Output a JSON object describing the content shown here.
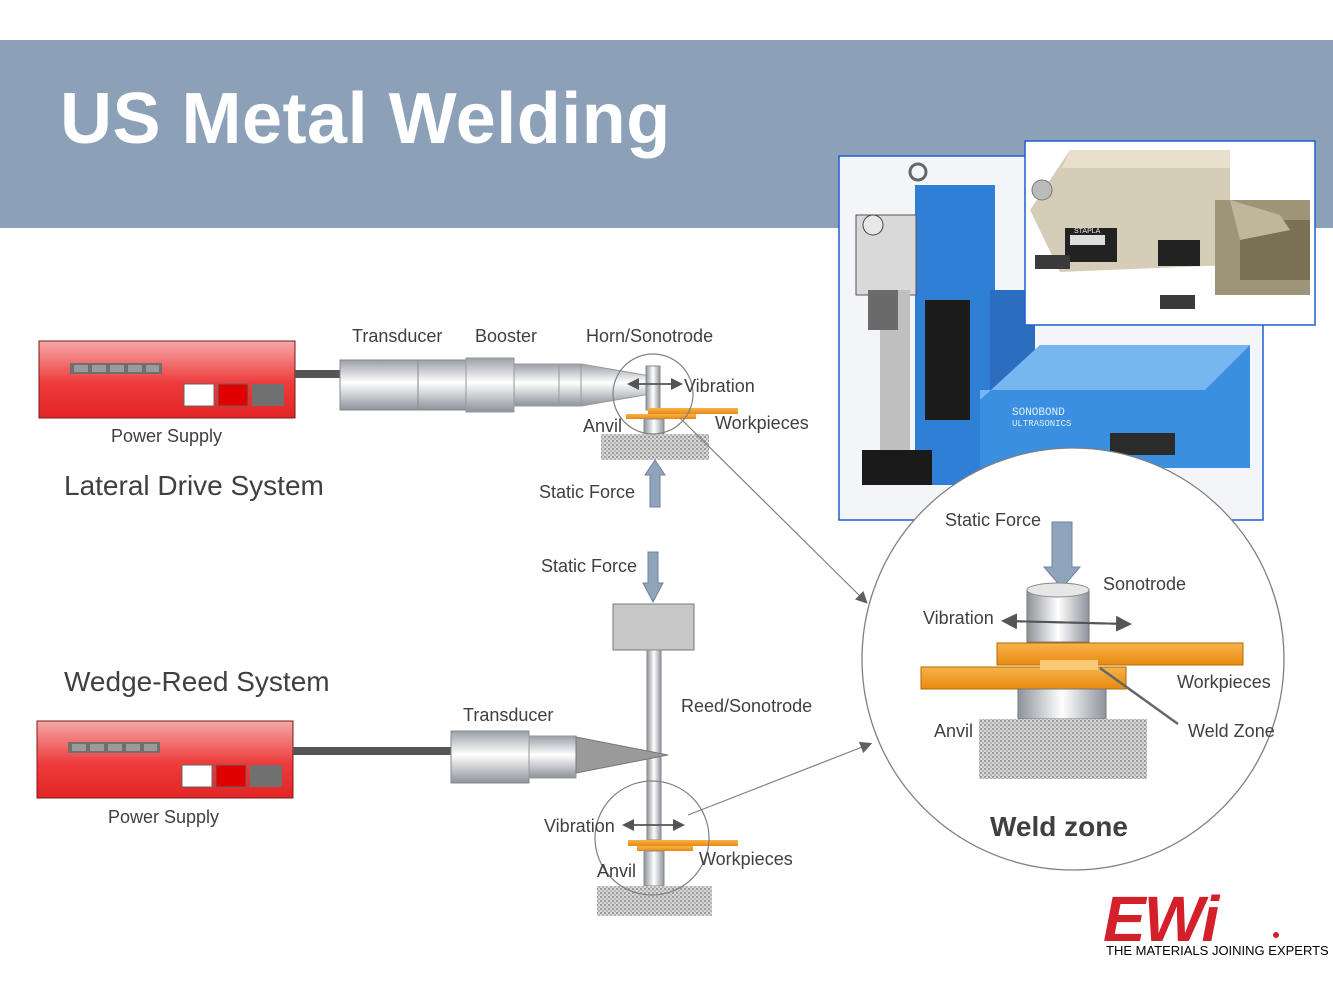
{
  "title": "US Metal Welding",
  "colors": {
    "title_bar": "#8ca1b8",
    "workpiece": "#f29a1d",
    "power_supply": "#e8262a",
    "photo_border": "#1f5fd0"
  },
  "lateral": {
    "system_label": "Lateral Drive System",
    "power_supply": "Power Supply",
    "transducer": "Transducer",
    "booster": "Booster",
    "horn": "Horn/Sonotrode",
    "vibration": "Vibration",
    "anvil": "Anvil",
    "workpieces": "Workpieces",
    "static_force": "Static Force"
  },
  "wedge": {
    "system_label": "Wedge-Reed System",
    "power_supply": "Power Supply",
    "transducer": "Transducer",
    "reed": "Reed/Sonotrode",
    "static_force": "Static Force",
    "vibration": "Vibration",
    "anvil": "Anvil",
    "workpieces": "Workpieces"
  },
  "detail": {
    "static_force": "Static Force",
    "sonotrode": "Sonotrode",
    "vibration": "Vibration",
    "workpieces": "Workpieces",
    "anvil": "Anvil",
    "weld_zone_label": "Weld Zone",
    "title": "Weld zone"
  },
  "photos": {
    "console_brand_line1": "SONOBOND",
    "console_brand_line2": "ULTRASONICS",
    "welder_brand": "STAPLA"
  },
  "logo": {
    "mark": "EWi",
    "tagline": "THE MATERIALS JOINING EXPERTS"
  }
}
